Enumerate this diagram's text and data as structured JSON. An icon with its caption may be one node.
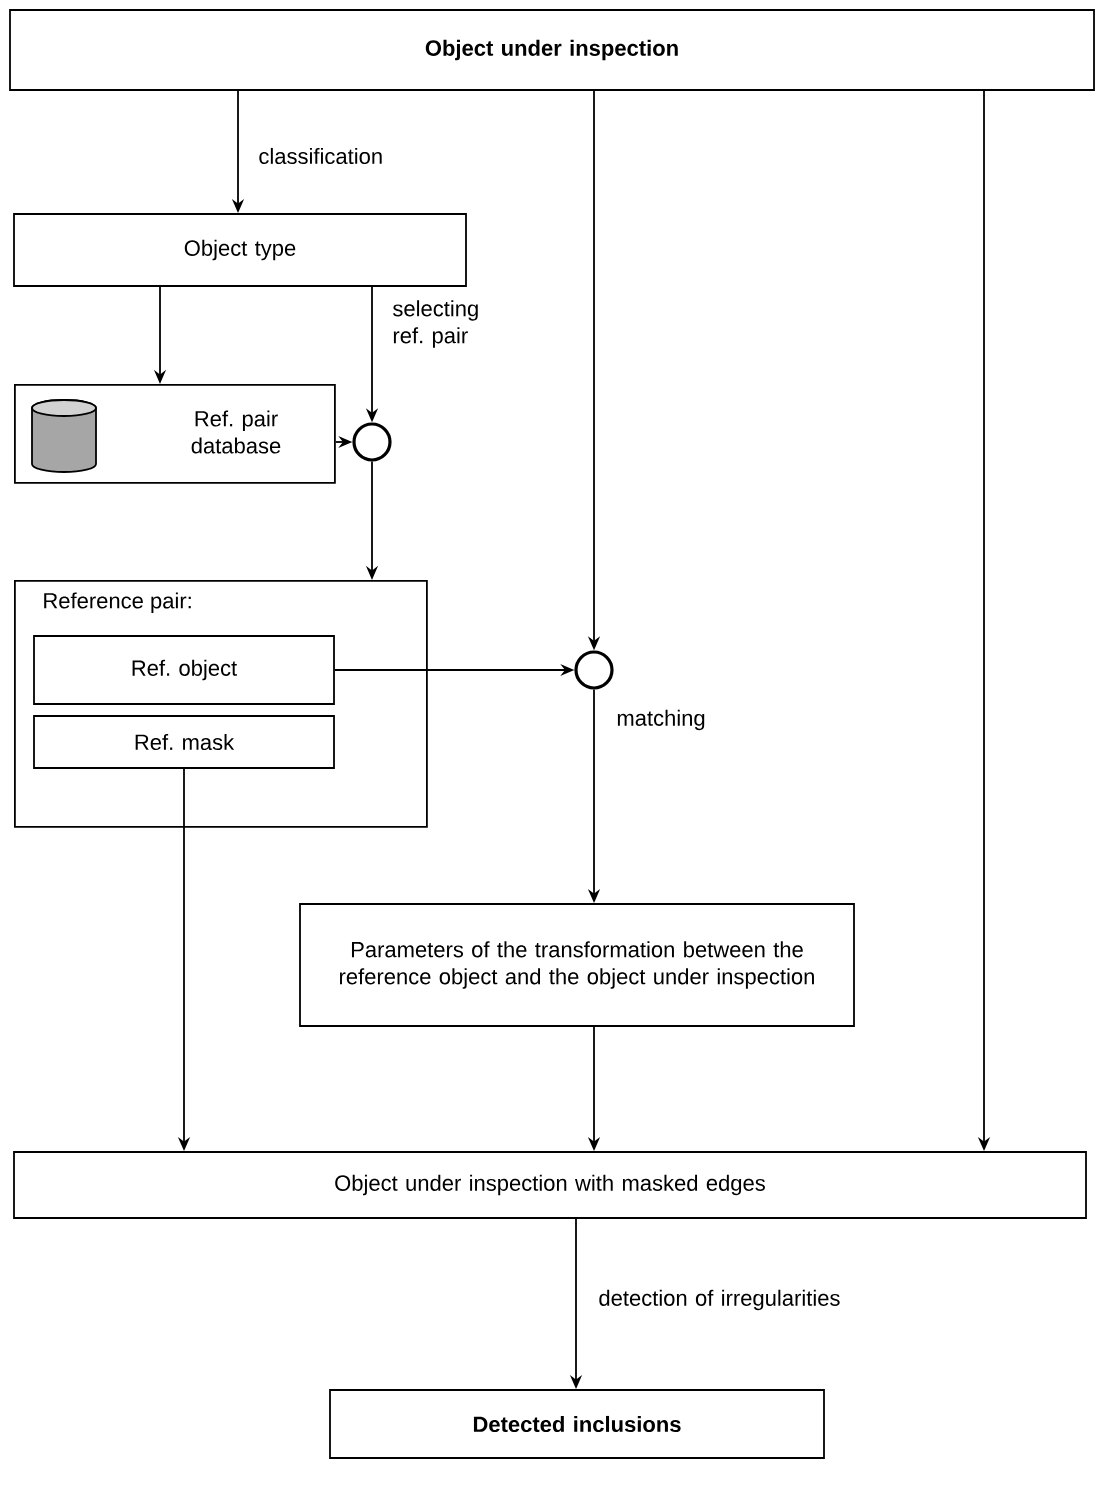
{
  "diagram": {
    "nodes": [
      {
        "text": [
          "Object under inspection"
        ]
      },
      {
        "text": [
          "Object type"
        ]
      },
      {
        "text": [
          "Ref. pair database"
        ]
      },
      {
        "text": [],
        "shape": "circle"
      },
      {
        "text": [
          "Reference pair:"
        ]
      },
      {
        "text": [
          "Ref. object"
        ],
        "in": 4
      },
      {
        "text": [
          "Ref. mask"
        ],
        "in": 4
      },
      {
        "text": [],
        "shape": "circle"
      },
      {
        "text": [
          "Parameters of the transformation between the reference object and the object under inspection"
        ]
      },
      {
        "text": [
          "Object under inspection with masked edges"
        ]
      },
      {
        "text": [
          "Detected inclusions"
        ]
      }
    ],
    "edges": [
      {
        "from": 0,
        "to": 1,
        "arrow": "to",
        "label": "classification"
      },
      {
        "from": 1,
        "to": 2,
        "arrow": "to"
      },
      {
        "from": 1,
        "to": 3,
        "arrow": "to",
        "label": "selecting ref. pair"
      },
      {
        "from": 2,
        "to": 3,
        "arrow": "to"
      },
      {
        "from": 3,
        "to": 4,
        "arrow": "to"
      },
      {
        "from": 5,
        "to": 7,
        "arrow": "to"
      },
      {
        "from": 0,
        "to": 7,
        "arrow": "to"
      },
      {
        "from": 7,
        "to": 8,
        "arrow": "to",
        "label": "matching"
      },
      {
        "from": 6,
        "to": 9,
        "arrow": "to"
      },
      {
        "from": 8,
        "to": 9,
        "arrow": "to"
      },
      {
        "from": 0,
        "to": 9,
        "arrow": "to"
      },
      {
        "from": 9,
        "to": 10,
        "arrow": "to",
        "label": "detection of irregularities"
      }
    ]
  }
}
